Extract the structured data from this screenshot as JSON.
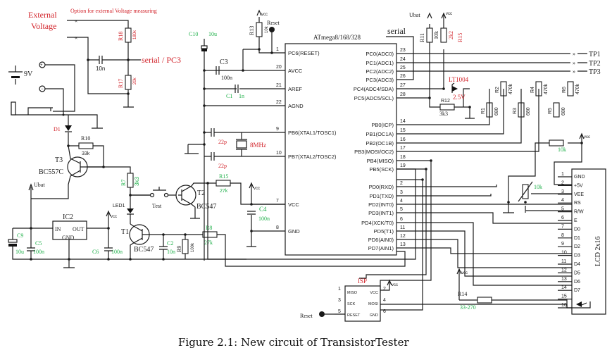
{
  "caption": "Figure 2.1: New circuit of TransistorTester",
  "colors": {
    "wire": "#1a1a1a",
    "label_red": "#d2232a",
    "label_green": "#22b14c"
  },
  "external": {
    "title_line1": "External",
    "title_line2": "Voltage",
    "option_note": "Option for external Voltage measuring",
    "serial_pc3": "serial / PC3",
    "battery": "9V",
    "c_10n": "10n"
  },
  "mcu": {
    "name": "ATmega8/168/328",
    "left_pins": [
      {
        "num": "1",
        "label": "PC6(RESET)"
      },
      {
        "num": "20",
        "label": "AVCC"
      },
      {
        "num": "21",
        "label": "AREF"
      },
      {
        "num": "22",
        "label": "AGND"
      },
      {
        "num": "9",
        "label": "PB6(XTAL1/TOSC1)"
      },
      {
        "num": "10",
        "label": "PB7(XTAL2/TOSC2)"
      },
      {
        "num": "7",
        "label": "VCC"
      },
      {
        "num": "8",
        "label": "GND"
      }
    ],
    "right_pins": [
      {
        "num": "23",
        "label": "PC0(ADC0)"
      },
      {
        "num": "24",
        "label": "PC1(ADC1)"
      },
      {
        "num": "25",
        "label": "PC2(ADC2)"
      },
      {
        "num": "26",
        "label": "PC3(ADC3)"
      },
      {
        "num": "27",
        "label": "PC4(ADC4/SDA)"
      },
      {
        "num": "28",
        "label": "PC5(ADC5/SCL)"
      },
      {
        "num": "14",
        "label": "PB0(ICP)"
      },
      {
        "num": "15",
        "label": "PB1(OC1A)"
      },
      {
        "num": "16",
        "label": "PB2(OC1B)"
      },
      {
        "num": "17",
        "label": "PB3(MOSI/OC2)"
      },
      {
        "num": "18",
        "label": "PB4(MISO)"
      },
      {
        "num": "19",
        "label": "PB5(SCK)"
      },
      {
        "num": "2",
        "label": "PD0(RXD)"
      },
      {
        "num": "3",
        "label": "PD1(TXD)"
      },
      {
        "num": "4",
        "label": "PD2(INT0)"
      },
      {
        "num": "5",
        "label": "PD3(INT1)"
      },
      {
        "num": "6",
        "label": "PD4(XCK/T0)"
      },
      {
        "num": "11",
        "label": "PD5(T1)"
      },
      {
        "num": "12",
        "label": "PD6(AIN0)"
      },
      {
        "num": "13",
        "label": "PD7(AIN1)"
      }
    ]
  },
  "labels": {
    "vcc": "vcc",
    "ubat": "Ubat",
    "reset": "Reset",
    "serial": "serial",
    "tp1": "TP1",
    "tp2": "TP2",
    "tp3": "TP3",
    "test": "Test",
    "led1": "LED1",
    "crystal": "8MHz",
    "lt1004": "LT1004",
    "lt1004_v": "2.5V"
  },
  "components": {
    "R18": {
      "name": "R18",
      "value": "180k"
    },
    "R17": {
      "name": "R17",
      "value": "20k"
    },
    "R13": {
      "name": "R13",
      "value": "10k"
    },
    "C10": {
      "name": "C10",
      "value": "10u"
    },
    "C3": {
      "name": "C3",
      "value": "100n"
    },
    "C1": {
      "name": "C1",
      "value": "1n"
    },
    "C22a": {
      "value": "22p"
    },
    "C22b": {
      "value": "22p"
    },
    "R11": {
      "name": "R11",
      "value": "10k"
    },
    "R15top": {
      "name": "R15",
      "value": "2k2"
    },
    "R12": {
      "name": "R12",
      "value": "3k3"
    },
    "R1": {
      "name": "R1",
      "value": "680"
    },
    "R2": {
      "name": "R2",
      "value": "470k"
    },
    "R3": {
      "name": "R3",
      "value": "680"
    },
    "R4": {
      "name": "R4",
      "value": "470k"
    },
    "R5": {
      "name": "R5",
      "value": "680"
    },
    "R6": {
      "name": "R6",
      "value": "470k"
    },
    "D1": {
      "name": "D1"
    },
    "R10": {
      "name": "R10",
      "value": "33k"
    },
    "T3": {
      "name": "T3",
      "type": "BC557C"
    },
    "R7": {
      "name": "R7",
      "value": "3k3"
    },
    "T2": {
      "name": "T2",
      "type": "BC547"
    },
    "R15": {
      "name": "R15",
      "value": "27k"
    },
    "C4": {
      "name": "C4",
      "value": "100n"
    },
    "IC2": {
      "name": "IC2",
      "in": "IN",
      "out": "OUT",
      "gnd": "GND"
    },
    "C9": {
      "name": "C9",
      "value": "10u"
    },
    "C5": {
      "name": "C5",
      "value": "100n"
    },
    "C6": {
      "name": "C6",
      "value": "100n"
    },
    "T1": {
      "name": "T1",
      "type": "BC547"
    },
    "C2": {
      "name": "C2",
      "value": "10n"
    },
    "R9": {
      "name": "R9",
      "value": "100k"
    },
    "R8": {
      "name": "R8",
      "value": "27k"
    },
    "R14": {
      "name": "R14",
      "value": "33-270"
    },
    "Rlcd": {
      "value": "10k"
    },
    "Pot": {
      "value": "10k"
    }
  },
  "isp": {
    "name": "ISP",
    "pins": [
      {
        "num": "1",
        "label": "MISO"
      },
      {
        "num": "2",
        "label": "VCC"
      },
      {
        "num": "3",
        "label": "SCK"
      },
      {
        "num": "4",
        "label": "MOSI"
      },
      {
        "num": "5",
        "label": "RESET"
      },
      {
        "num": "6",
        "label": "GND"
      }
    ]
  },
  "lcd": {
    "name": "LCD 2x16",
    "pins": [
      {
        "num": "1",
        "label": "GND"
      },
      {
        "num": "2",
        "label": "+5V"
      },
      {
        "num": "3",
        "label": "VEE"
      },
      {
        "num": "4",
        "label": "RS"
      },
      {
        "num": "5",
        "label": "R/W"
      },
      {
        "num": "6",
        "label": "E"
      },
      {
        "num": "7",
        "label": "D0"
      },
      {
        "num": "8",
        "label": "D1"
      },
      {
        "num": "9",
        "label": "D2"
      },
      {
        "num": "10",
        "label": "D3"
      },
      {
        "num": "11",
        "label": "D4"
      },
      {
        "num": "12",
        "label": "D5"
      },
      {
        "num": "13",
        "label": "D6"
      },
      {
        "num": "14",
        "label": "D7"
      },
      {
        "num": "15",
        "label": ""
      },
      {
        "num": "16",
        "label": ""
      }
    ]
  }
}
